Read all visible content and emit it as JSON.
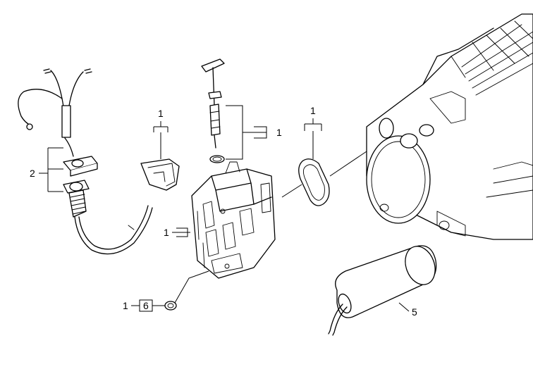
{
  "labels": {
    "cable_group": "2",
    "clip_part": "1",
    "sensor_part": "1",
    "oring_part": "1",
    "housing_part": "1",
    "nut_qty": "1",
    "nut_ref": "6",
    "capacitor": "5"
  }
}
